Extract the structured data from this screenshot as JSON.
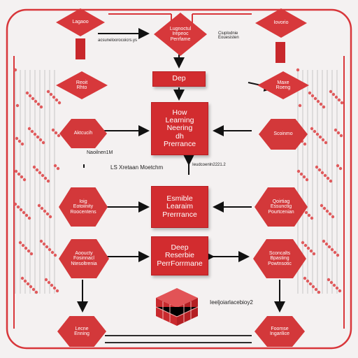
{
  "nodes": {
    "top_left": "Lagaoo",
    "top_center": "Lugnoctul\nIrepeoc\nPerrfame",
    "top_right": "Iovorio",
    "left_mid": "Reoit\nRhto",
    "right_mid": "Maxe\nRoeng",
    "center_deep": "Dep",
    "center_learning": "How\nLearning\nNeering\ndh\nPrerrance",
    "left_a": "Aktcucih",
    "right_a": "Scoinmo",
    "center_ensemble": "Esmible\nLearaim\nPrerrrance",
    "left_b": "Ioig\nEotoiinity\nRoocentens",
    "right_b": "Qoirtiag\nEssunctig\nPourtcenian",
    "center_research": "Deep\nReserbie\nPerrForrmane",
    "left_c": "Aooucty\nFosinnacl\nNtesoltrenia",
    "right_c": "Sconcalts\nBpasting\nPowtnsotic",
    "bottom_left": "Lecne\nEnning",
    "bottom_right": "Foomse\nIngarilice"
  },
  "labels": {
    "top_arrow_text": "acsuneloorocoicrs.ys",
    "top_right_text": "Ciuplodnie\nEouesisten",
    "left_callout": "Naoilnen1M",
    "xret_label": "LS Xretaan Moetchm",
    "right_callout": "Ieudcoenln2221.2",
    "bottom_callout": "Ieeljoiarlacebioy2"
  },
  "colors": {
    "accent": "#d22c2f",
    "line": "#111111",
    "frame": "#d8363a"
  }
}
